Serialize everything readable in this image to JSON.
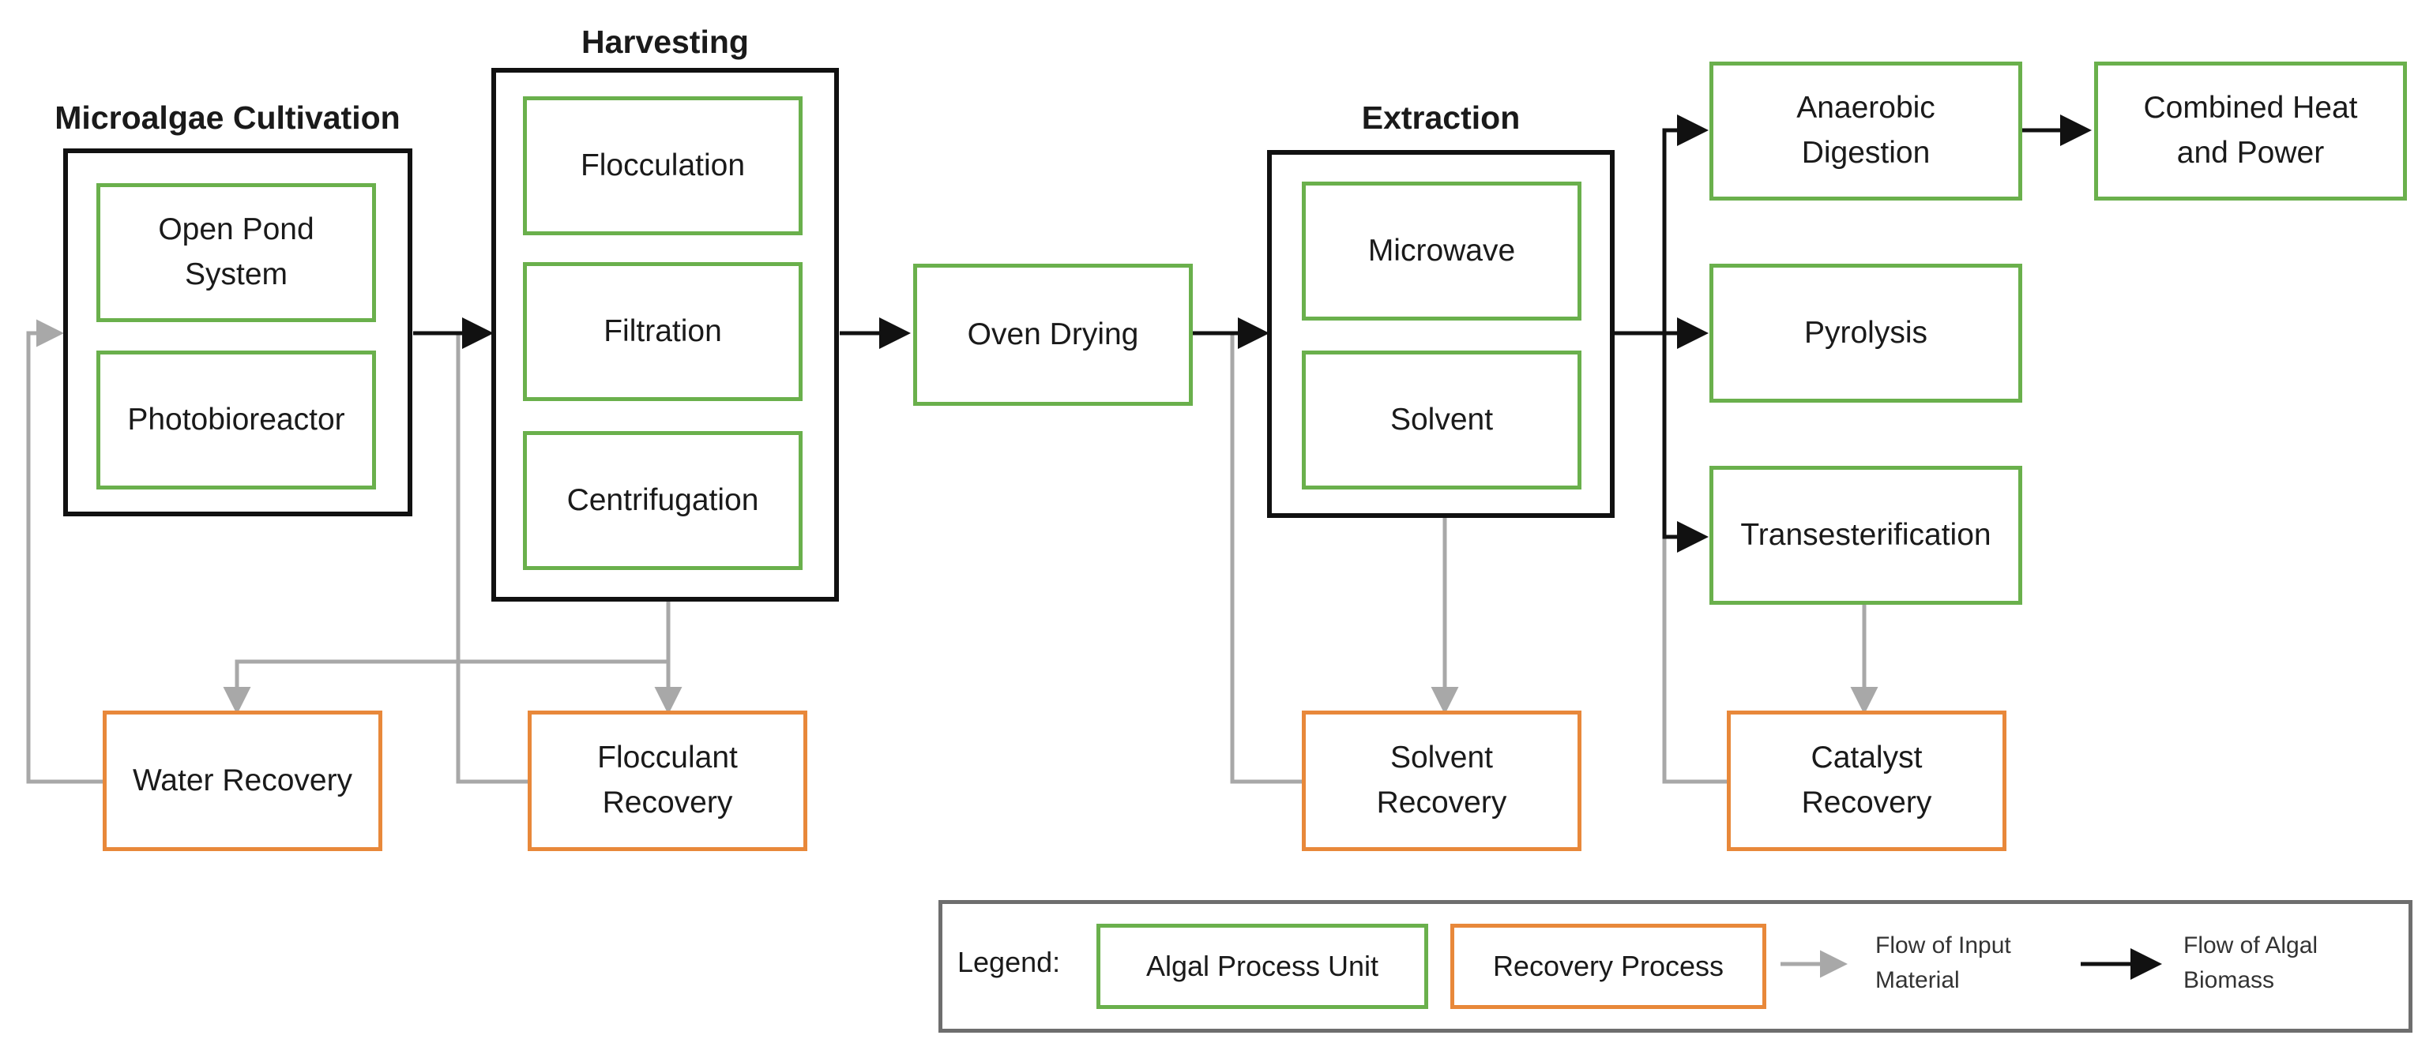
{
  "colors": {
    "process_unit_border": "#6ab04c",
    "recovery_border": "#e8883a",
    "biomass_flow": "#111111",
    "input_flow": "#a8a8a8",
    "group_border": "#111111",
    "legend_border": "#6e6e6e"
  },
  "groups": {
    "cultivation": "Microalgae Cultivation",
    "harvesting": "Harvesting",
    "extraction": "Extraction"
  },
  "units": {
    "open_pond": "Open Pond\nSystem",
    "photobioreactor": "Photobioreactor",
    "flocculation": "Flocculation",
    "filtration": "Filtration",
    "centrifugation": "Centrifugation",
    "oven_drying": "Oven Drying",
    "microwave": "Microwave",
    "solvent": "Solvent",
    "anaerobic_digestion": "Anaerobic\nDigestion",
    "chp": "Combined Heat\nand Power",
    "pyrolysis": "Pyrolysis",
    "transesterification": "Transesterification"
  },
  "recovery": {
    "water": "Water Recovery",
    "flocculant": "Flocculant\nRecovery",
    "solvent": "Solvent\nRecovery",
    "catalyst": "Catalyst\nRecovery"
  },
  "legend": {
    "title": "Legend:",
    "process_unit": "Algal Process Unit",
    "recovery_process": "Recovery Process",
    "input_flow": "Flow of Input\nMaterial",
    "biomass_flow": "Flow of Algal\nBiomass"
  }
}
